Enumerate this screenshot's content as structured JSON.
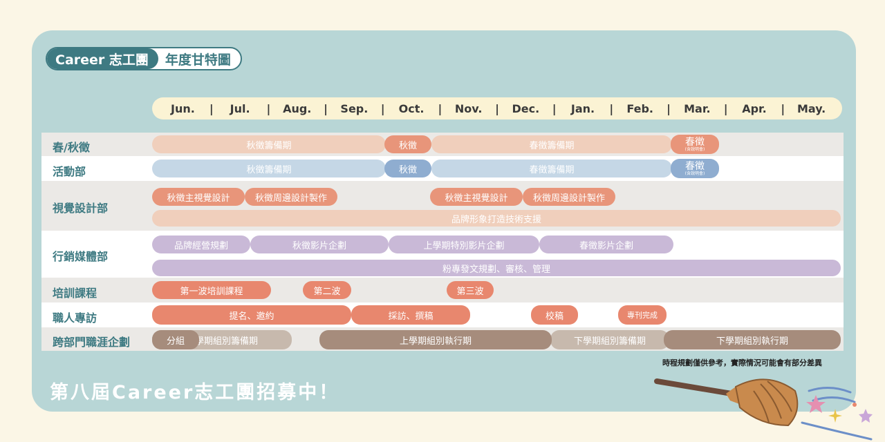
{
  "header": {
    "brand": "Career 志工團",
    "subtitle": "年度甘特圖"
  },
  "months": [
    "Jun.",
    "Jul.",
    "Aug.",
    "Sep.",
    "Oct.",
    "Nov.",
    "Dec.",
    "Jan.",
    "Feb.",
    "Mar.",
    "Apr.",
    "May."
  ],
  "month_separator": "|",
  "rows": [
    {
      "label": "春/秋徵",
      "bars": [
        {
          "text": "秋徵籌備期"
        },
        {
          "text": "秋徵"
        },
        {
          "text": "春徵籌備期"
        },
        {
          "text": "春徵",
          "sub": "(含說明會)"
        }
      ]
    },
    {
      "label": "活動部",
      "bars": [
        {
          "text": "秋徵籌備期"
        },
        {
          "text": "秋徵"
        },
        {
          "text": "春徵籌備期"
        },
        {
          "text": "春徵",
          "sub": "(含說明會)"
        }
      ]
    },
    {
      "label": "視覺設計部",
      "bars": [
        {
          "text": "秋徵主視覺設計"
        },
        {
          "text": "秋徵周邊設計製作"
        },
        {
          "text": "秋徵主視覺設計"
        },
        {
          "text": "秋徵周邊設計製作"
        },
        {
          "text": "品牌形象打造技術支援"
        }
      ]
    },
    {
      "label": "行銷媒體部",
      "bars": [
        {
          "text": "品牌經營規劃"
        },
        {
          "text": "秋徵影片企劃"
        },
        {
          "text": "上學期特別影片企劃"
        },
        {
          "text": "春徵影片企劃"
        },
        {
          "text": "粉專發文規劃、審核、管理"
        }
      ]
    },
    {
      "label": "培訓課程",
      "bars": [
        {
          "text": "第一波培訓課程"
        },
        {
          "text": "第二波"
        },
        {
          "text": "第三波"
        }
      ]
    },
    {
      "label": "職人專訪",
      "bars": [
        {
          "text": "提名、邀約"
        },
        {
          "text": "採訪、撰稿"
        },
        {
          "text": "校稿"
        },
        {
          "text": "專刊完成"
        }
      ]
    },
    {
      "label": "跨部門職涯企劃",
      "bars": [
        {
          "text": "分組"
        },
        {
          "text": "上學期組別籌備期"
        },
        {
          "text": "上學期組別執行期"
        },
        {
          "text": "下學期組別籌備期"
        },
        {
          "text": "下學期組別執行期"
        }
      ]
    }
  ],
  "footnote": "時程規劃僅供參考，實際情況可能會有部分差異",
  "recruit_banner": "第八屆Career志工團招募中！",
  "colors": {
    "panel": "#b8d6d6",
    "brand": "#3e7a82",
    "light_salmon": "#f0cfbc",
    "salmon": "#e8957a",
    "light_blue": "#c5d7e6",
    "blue": "#8fadd0",
    "purple": "#c9b9d7",
    "coral": "#e8876e",
    "taupe": "#a68c7c",
    "light_taupe": "#c7b9ad"
  }
}
